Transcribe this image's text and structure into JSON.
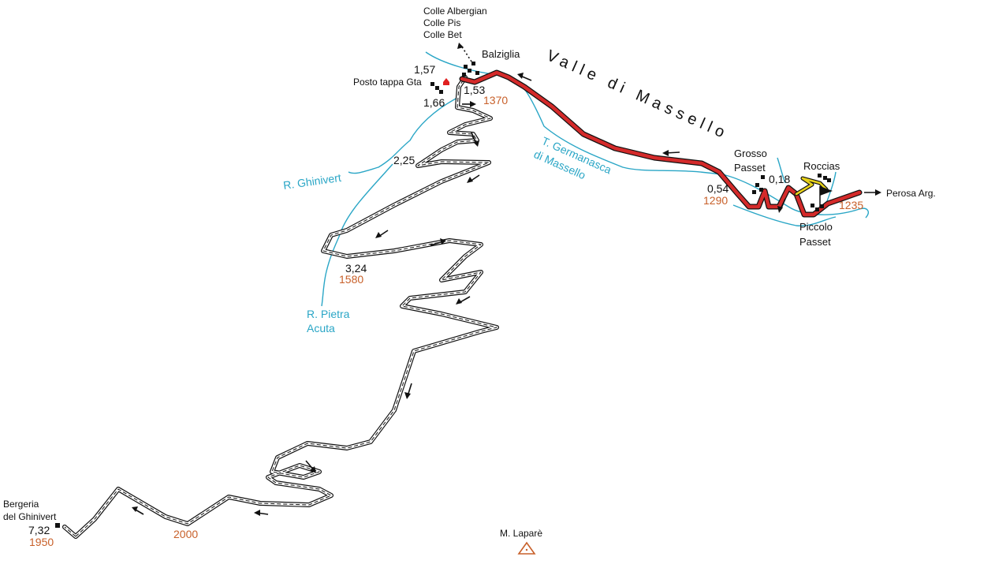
{
  "map": {
    "valley_name": "Valle di Massello",
    "places": {
      "colle_albergian": "Colle Albergian",
      "colle_pis": "Colle Pis",
      "colle_bet": "Colle Bet",
      "balziglia": "Balziglia",
      "posto_tappa": "Posto tappa Gta",
      "grosso_passet_1": "Grosso",
      "grosso_passet_2": "Passet",
      "roccias": "Roccias",
      "piccolo_passet_1": "Piccolo",
      "piccolo_passet_2": "Passet",
      "perosa": "Perosa Arg.",
      "bergeria_1": "Bergeria",
      "bergeria_2": "del Ghinivert",
      "laparé": "M. Laparè"
    },
    "rivers": {
      "ghinivert": "R. Ghinivert",
      "germanasca_1": "T. Germanasca",
      "germanasca_2": "di Massello",
      "pietra_1": "R. Pietra",
      "pietra_2": "Acuta"
    },
    "distances": {
      "d157": "1,57",
      "d153": "1,53",
      "d166": "1,66",
      "d225": "2,25",
      "d324": "3,24",
      "d732": "7,32",
      "d054": "0,54",
      "d018": "0,18"
    },
    "altitudes": {
      "a1370": "1370",
      "a1580": "1580",
      "a1950": "1950",
      "a2000": "2000",
      "a1290": "1290",
      "a1235": "1235"
    },
    "colors": {
      "paved_road": "#d42a2a",
      "river": "#2aa6c6",
      "altitude": "#c8602a",
      "variant": "#e8d21a",
      "trail": "#111111"
    }
  }
}
